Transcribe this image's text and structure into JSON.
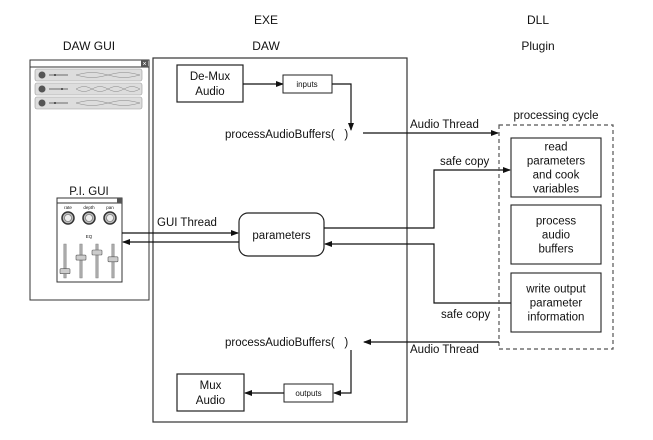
{
  "headers": {
    "daw_gui": "DAW GUI",
    "exe": "EXE",
    "daw": "DAW",
    "dll": "DLL",
    "plugin": "Plugin"
  },
  "daw_gui": {
    "close_glyph": "×",
    "track_count": 3,
    "plugin_window": {
      "title": "P.I. GUI",
      "close_glyph": "×",
      "knobs": [
        "rate",
        "depth",
        "pan"
      ],
      "eq_label": "EQ",
      "slider_levels": [
        0.2,
        0.6,
        0.75,
        0.55
      ]
    }
  },
  "daw": {
    "demux": [
      "De-Mux",
      "Audio"
    ],
    "inputs": "inputs",
    "process_top": "processAudioBuffers(   )",
    "parameters": "parameters",
    "gui_thread": "GUI Thread",
    "process_bottom": "processAudioBuffers(   )",
    "outputs": "outputs",
    "mux": [
      "Mux",
      "Audio"
    ]
  },
  "links": {
    "audio_thread_in": "Audio Thread",
    "safe_copy_in": "safe copy",
    "safe_copy_out": "safe copy",
    "audio_thread_out": "Audio Thread"
  },
  "plugin": {
    "cycle_label": "processing cycle",
    "steps": [
      [
        "read",
        "parameters",
        "and cook",
        "variables"
      ],
      [
        "process",
        "audio",
        "buffers"
      ],
      [
        "write output",
        "parameter",
        "information"
      ]
    ]
  }
}
